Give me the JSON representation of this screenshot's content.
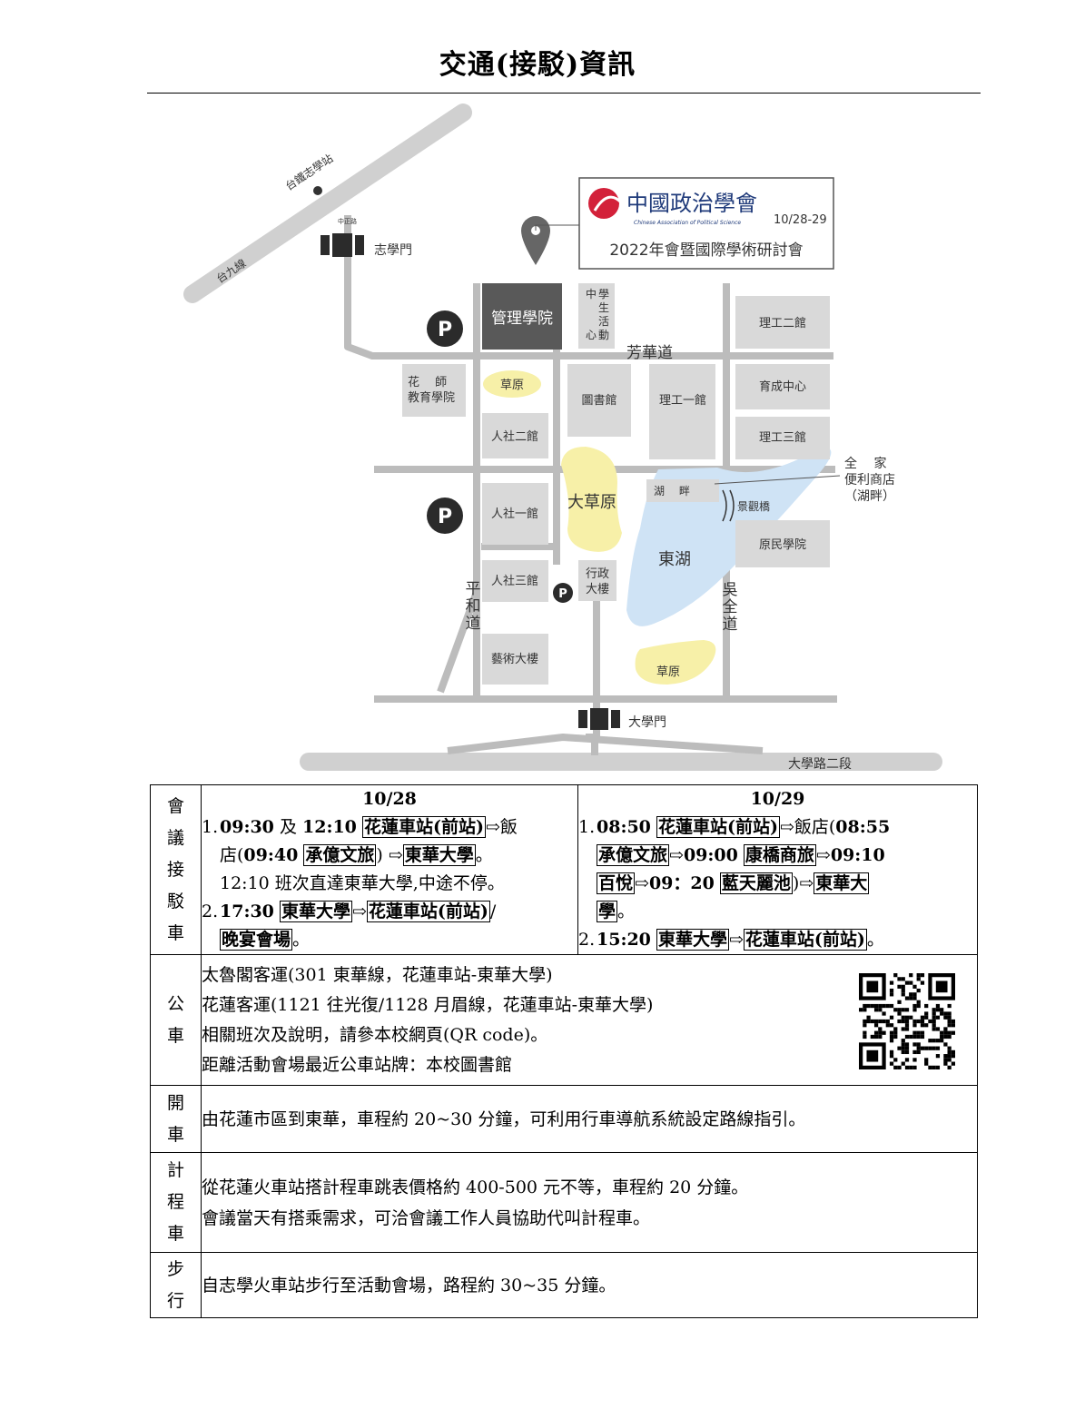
{
  "header": {
    "title": "交通(接駁)資訊"
  },
  "map": {
    "rail_label": "台鐵志學站",
    "highway_label": "台九線",
    "small_road_label": "中正路",
    "gate_zhixue": "志學門",
    "gate_main": "大學門",
    "road_fanghua": "芳華道",
    "road_pinghe": [
      "平",
      "和",
      "道"
    ],
    "road_wuquan": [
      "吳",
      "全",
      "道"
    ],
    "road_daxue": "大學路二段",
    "parking_symbol": "P",
    "buildings": {
      "management": "管理學院",
      "student_center": [
        "中",
        "學",
        "生",
        "活",
        "心",
        "動"
      ],
      "engineering_2": "理工二館",
      "teacher_ed": [
        "花　 師",
        "教育學院"
      ],
      "grass_1": "草原",
      "library": "圖書館",
      "engineering_1": "理工一館",
      "yucheng": "育成中心",
      "humanities_2": "人社二館",
      "engineering_3": "理工三館",
      "familymart": [
        "全　 家",
        "便利商店",
        "（湖畔）"
      ],
      "lakeside": "湖　 畔",
      "humanities_1": "人社一館",
      "big_lawn": "大草原",
      "bridge": "景觀橋",
      "east_lake": "東湖",
      "indigenous": "原民學院",
      "humanities_3": "人社三館",
      "admin": [
        "行政",
        "大樓"
      ],
      "arts": "藝術大樓",
      "grass_2": "草原"
    },
    "callout": {
      "org_name": "中國政治學會",
      "org_english": "Chinese Association of Political Science",
      "dates": "10/28-29",
      "event": "2022年會暨國際學術研討會"
    }
  },
  "table": {
    "shuttle": {
      "label": [
        "會",
        "議",
        "接",
        "駁",
        "車"
      ],
      "day1": {
        "date": "10/28",
        "item1": {
          "num": "1.",
          "t1": "09:30",
          "and": " 及 ",
          "t2": "12:10",
          "stop1": "花蓮車站(前站)",
          "arrow1": "⇨飯",
          "cont": "店(",
          "t3": "09:40",
          "hotel": "承億文旅",
          "close": ")",
          "arrow2": " ⇨",
          "stop2": "東華大學",
          "end": "。",
          "note": "12:10 班次直達東華大學,中途不停。"
        },
        "item2": {
          "num": "2.",
          "t1": "17:30",
          "stop1": "東華大學",
          "arrow": "⇨",
          "stop2": "花蓮車站(前站)",
          "slash": "/",
          "stop3": "晚宴會場",
          "end": "。"
        }
      },
      "day2": {
        "date": "10/29",
        "item1": {
          "num": "1.",
          "t1": "08:50",
          "stop1": "花蓮車站(前站)",
          "arrow1": "⇨飯店(",
          "t2": "08:55",
          "hotel1": "承億文旅",
          "a2": "⇨",
          "t3": "09:00",
          "hotel2": "康橋商旅",
          "a3": "⇨",
          "t4": "09:10",
          "hotel3": "百悅",
          "a4": "⇨",
          "t5": "09：20",
          "hotel4": "藍天麗池",
          "a5": ")⇨",
          "stop2a": "東華大",
          "stop2b": "學",
          "end": "。"
        },
        "item2": {
          "num": "2.",
          "t1": "15:20",
          "stop1": "東華大學",
          "arrow": "⇨",
          "stop2": "花蓮車站(前站)",
          "end": "。"
        }
      }
    },
    "bus": {
      "label": [
        "公",
        "車"
      ],
      "lines": [
        "太魯閣客運(301 東華線，花蓮車站-東華大學)",
        "花蓮客運(1121 往光復/1128 月眉線，花蓮車站-東華大學)",
        "相關班次及說明，請參本校網頁(QR code)。",
        "距離活動會場最近公車站牌：本校圖書館"
      ]
    },
    "drive": {
      "label": [
        "開",
        "車"
      ],
      "text": "由花蓮市區到東華，車程約 20~30 分鐘，可利用行車導航系統設定路線指引。"
    },
    "taxi": {
      "label": [
        "計",
        "程",
        "車"
      ],
      "lines": [
        "從花蓮火車站搭計程車跳表價格約 400-500 元不等，車程約 20 分鐘。",
        "會議當天有搭乘需求，可洽會議工作人員協助代叫計程車。"
      ]
    },
    "walk": {
      "label": [
        "步",
        "行"
      ],
      "text": "自志學火車站步行至活動會場，路程約 30~35 分鐘。"
    }
  },
  "colors": {
    "road": "#bfbfbf",
    "building": "#d9d9d9",
    "building_dark": "#595959",
    "lake": "#cfe3f5",
    "grass": "#f7f0a8",
    "logo_red": "#d3213a",
    "logo_blue": "#1f3a7a"
  }
}
